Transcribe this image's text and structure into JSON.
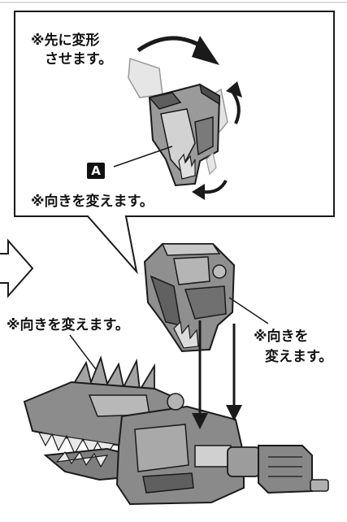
{
  "callout": {
    "note_transform_first_line1": "※先に変形",
    "note_transform_first_line2": "させます。",
    "note_turn_around": "※向きを変えます。"
  },
  "badge_a": "A",
  "main": {
    "note_head_turn": "※向きを変えます。",
    "note_side_line1": "※向きを",
    "note_side_line2": "変えます。"
  },
  "icons": [
    "next-step-arrow-icon",
    "rotate-arrow-icon",
    "insert-down-arrow-icon"
  ],
  "colors": {
    "part_fill": "#8f8f8f",
    "part_dark": "#5b5b5b",
    "part_light": "#c9c9c9",
    "outline": "#1a1a1a",
    "clear_part": "#dcdcdc"
  }
}
